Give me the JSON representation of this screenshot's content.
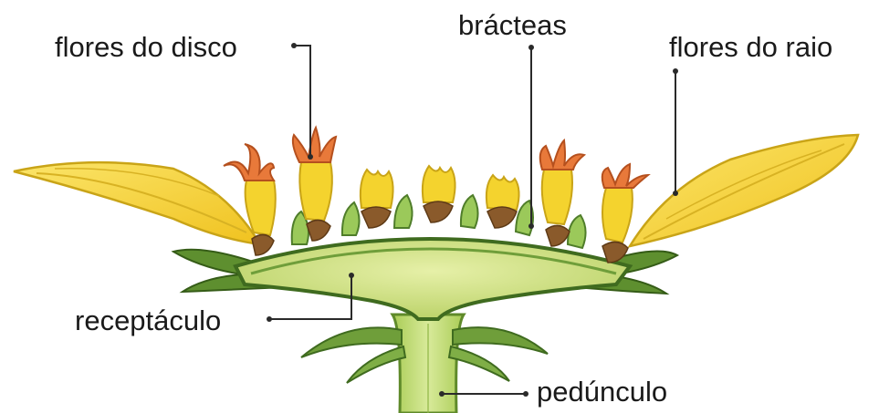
{
  "labels": {
    "disc_florets": "flores do disco",
    "bracts": "brácteas",
    "ray_florets": "flores do raio",
    "receptacle": "receptáculo",
    "peduncle": "pedúnculo"
  },
  "colors": {
    "petal_yellow": "#f4d32e",
    "petal_outline": "#c9a417",
    "floret_orange": "#e8793a",
    "floret_brown": "#8a5a2b",
    "bract_green": "#9bc95a",
    "dark_green": "#4f7d2a",
    "receptacle_fill": "#d5e48f",
    "stem_fill": "#c7df7a"
  }
}
